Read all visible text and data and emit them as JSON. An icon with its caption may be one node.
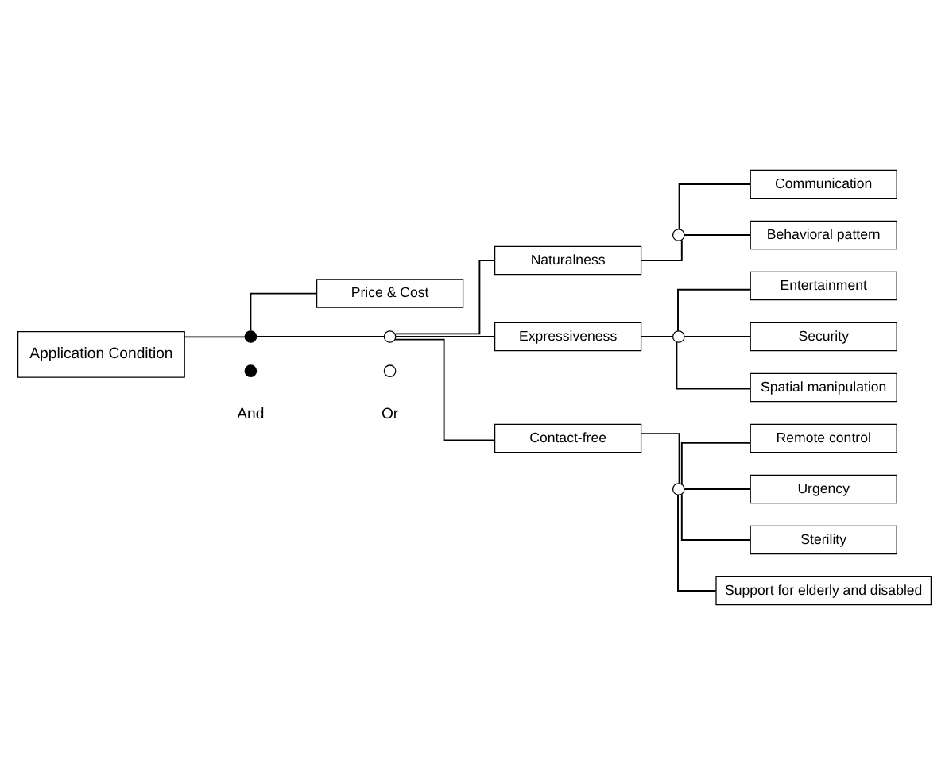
{
  "diagram": {
    "nodes": [
      {
        "text": [
          "Application Condition"
        ]
      },
      {
        "text": [],
        "shape": "dot"
      },
      {
        "text": [
          "Price & Cost"
        ]
      },
      {
        "text": [],
        "shape": "circle"
      },
      {
        "text": [
          "Naturalness"
        ]
      },
      {
        "text": [],
        "shape": "circle"
      },
      {
        "text": [
          "Communication"
        ]
      },
      {
        "text": [
          "Behavioral pattern"
        ]
      },
      {
        "text": [
          "Expressiveness"
        ]
      },
      {
        "text": [],
        "shape": "circle"
      },
      {
        "text": [
          "Entertainment"
        ]
      },
      {
        "text": [
          "Security"
        ]
      },
      {
        "text": [
          "Spatial manipulation"
        ]
      },
      {
        "text": [
          "Contact-free"
        ]
      },
      {
        "text": [],
        "shape": "circle"
      },
      {
        "text": [
          "Remote control"
        ]
      },
      {
        "text": [
          "Urgency"
        ]
      },
      {
        "text": [
          "Sterility"
        ]
      },
      {
        "text": [
          "Support for elderly and disabled"
        ]
      }
    ],
    "edges": [
      {
        "from": 0,
        "to": 1,
        "arrow": "none"
      },
      {
        "from": 1,
        "to": 2,
        "arrow": "none"
      },
      {
        "from": 1,
        "to": 3,
        "arrow": "none"
      },
      {
        "from": 3,
        "to": 4,
        "arrow": "none"
      },
      {
        "from": 3,
        "to": 8,
        "arrow": "none"
      },
      {
        "from": 3,
        "to": 13,
        "arrow": "none"
      },
      {
        "from": 4,
        "to": 5,
        "arrow": "none"
      },
      {
        "from": 5,
        "to": 6,
        "arrow": "none"
      },
      {
        "from": 5,
        "to": 7,
        "arrow": "none"
      },
      {
        "from": 8,
        "to": 9,
        "arrow": "none"
      },
      {
        "from": 9,
        "to": 10,
        "arrow": "none"
      },
      {
        "from": 9,
        "to": 11,
        "arrow": "none"
      },
      {
        "from": 9,
        "to": 12,
        "arrow": "none"
      },
      {
        "from": 13,
        "to": 14,
        "arrow": "none"
      },
      {
        "from": 14,
        "to": 15,
        "arrow": "none"
      },
      {
        "from": 14,
        "to": 16,
        "arrow": "none"
      },
      {
        "from": 14,
        "to": 17,
        "arrow": "none"
      },
      {
        "from": 14,
        "to": 18,
        "arrow": "none"
      }
    ],
    "legend": [
      {
        "text": "And"
      },
      {
        "text": "Or"
      }
    ]
  }
}
